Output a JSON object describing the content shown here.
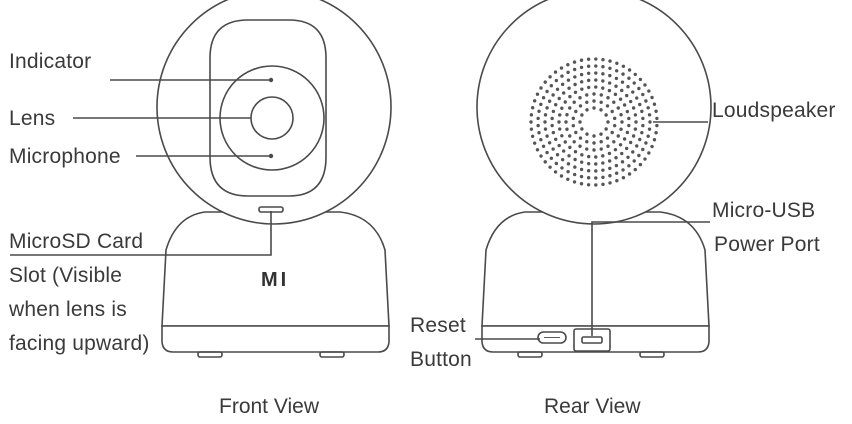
{
  "front_view": {
    "caption": "Front View",
    "logo_text": "MI",
    "labels": {
      "indicator": "Indicator",
      "lens": "Lens",
      "microphone": "Microphone",
      "microsd_lines": [
        "MicroSD Card",
        "Slot (Visible",
        "when lens is",
        "facing upward)"
      ]
    }
  },
  "rear_view": {
    "caption": "Rear View",
    "labels": {
      "loudspeaker": "Loudspeaker",
      "micro_usb_lines": [
        "Micro-USB",
        "Power Port"
      ],
      "reset_lines": [
        "Reset",
        "Button"
      ]
    }
  },
  "colors": {
    "line": "#4a4a4a",
    "text": "#3a3a3a",
    "background": "#ffffff"
  }
}
